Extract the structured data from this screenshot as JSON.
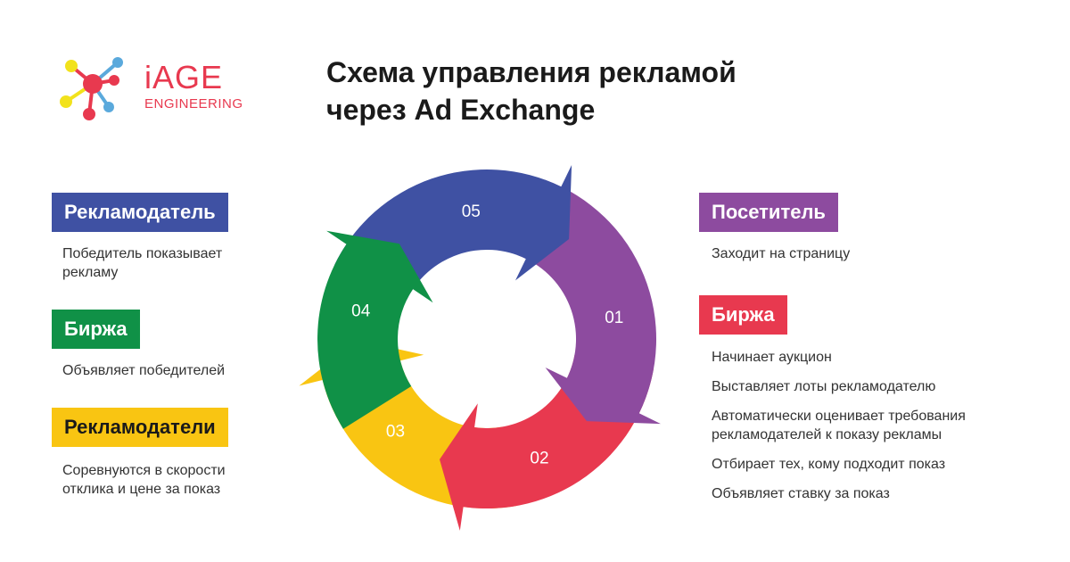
{
  "logo": {
    "name": "iAGE",
    "sub": "ENGINEERING"
  },
  "title": {
    "line1": "Схема управления рекламой",
    "line2": "через Ad Exchange"
  },
  "left": [
    {
      "label": "Рекламодатель",
      "color": "#3f51a3",
      "text_color": "#ffffff",
      "lines": [
        "Победитель показывает",
        "рекламу"
      ]
    },
    {
      "label": "Биржа",
      "color": "#109147",
      "text_color": "#ffffff",
      "lines": [
        "Объявляет победителей"
      ]
    },
    {
      "label": "Рекламодатели",
      "color": "#f9c512",
      "text_color": "#1a1a1a",
      "lines": [
        "Соревнуются в скорости",
        "отклика и цене за показ"
      ]
    }
  ],
  "right": [
    {
      "label": "Посетитель",
      "color": "#8d4b9f",
      "text_color": "#ffffff",
      "lines": [
        "Заходит на страницу"
      ]
    },
    {
      "label": "Биржа",
      "color": "#e8394f",
      "text_color": "#ffffff",
      "lines": [
        "Начинает аукцион",
        "Выставляет лоты рекламодателю",
        "Автоматически оценивает требования",
        "рекламодателей к показу рекламы",
        "Отбирает тех, кому подходит показ",
        "Объявляет ставку за показ"
      ]
    }
  ],
  "cycle": {
    "steps": [
      {
        "num": "01",
        "color": "#8d4b9f"
      },
      {
        "num": "02",
        "color": "#e8394f"
      },
      {
        "num": "03",
        "color": "#f9c512"
      },
      {
        "num": "04",
        "color": "#109147"
      },
      {
        "num": "05",
        "color": "#3f51a3"
      }
    ]
  }
}
